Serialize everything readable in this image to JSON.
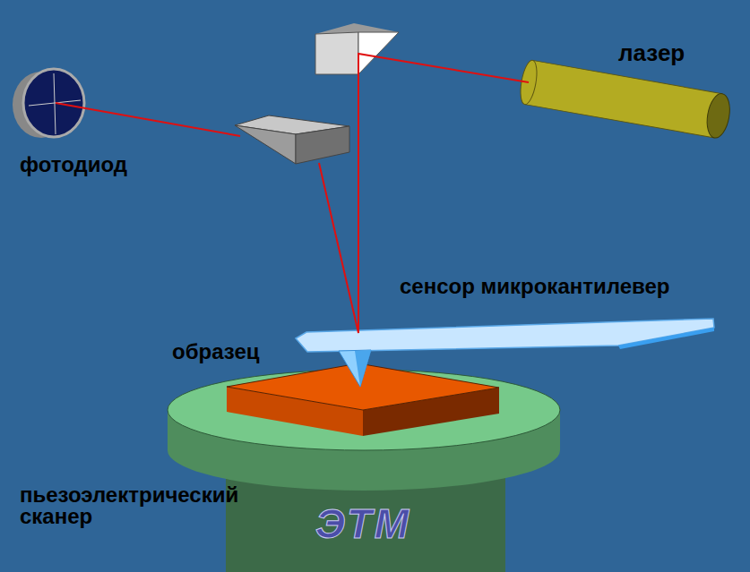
{
  "diagram": {
    "labels": [
      "лазер",
      "фотодиод",
      "сенсор микрокантилевер",
      "образец",
      "пьезоэлектрический сканер",
      "ЭТМ"
    ]
  }
}
